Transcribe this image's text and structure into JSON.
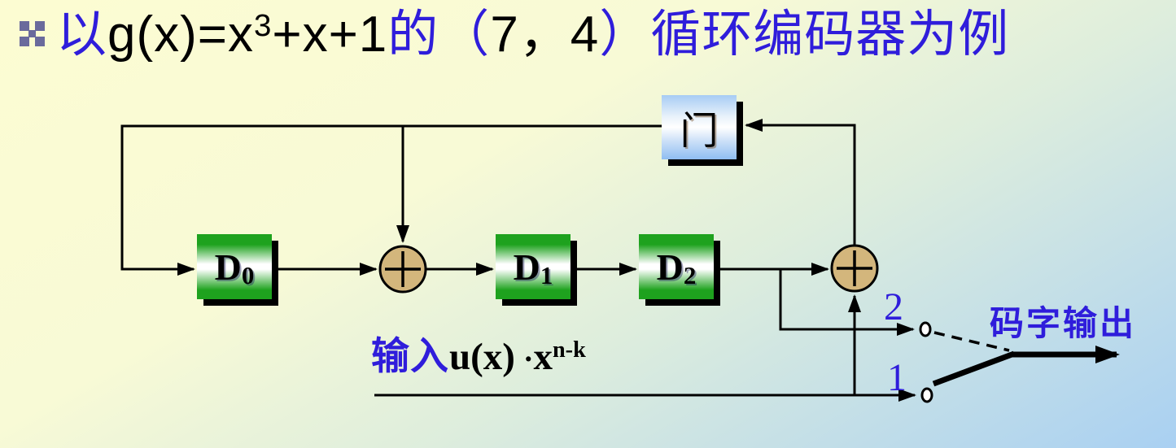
{
  "slide": {
    "title": {
      "segments": [
        {
          "text": "以",
          "color": "#2f1ddb"
        },
        {
          "text": "g(x)=x",
          "color": "#000000"
        },
        {
          "text": "3",
          "color": "#000000"
        },
        {
          "text": "+x+1",
          "color": "#000000"
        },
        {
          "text": "的",
          "color": "#2f1ddb"
        },
        {
          "text": "（",
          "color": "#2f1ddb"
        },
        {
          "text": "7，4",
          "color": "#000000"
        },
        {
          "text": "）",
          "color": "#2f1ddb"
        },
        {
          "text": "循环编码器为例",
          "color": "#2f1ddb"
        }
      ]
    },
    "diagram": {
      "gate_label": "门",
      "registers": [
        {
          "base": "D",
          "sub": "0"
        },
        {
          "base": "D",
          "sub": "1"
        },
        {
          "base": "D",
          "sub": "2"
        }
      ],
      "input_label": {
        "prefix": "输入",
        "func": "u(x)",
        "dot": "·",
        "base": "x",
        "exponent": "n-k"
      },
      "output_label": "码字输出",
      "switch_labels": {
        "upper": "2",
        "lower": "1"
      }
    },
    "icons": {
      "bullet": "grid-squares-bullet",
      "adder": "circled-plus"
    },
    "colors": {
      "title_blue": "#2f1ddb",
      "register_green": "#1ea21e",
      "gate_blue": "#9dc6f3",
      "adder_tan": "#d3b67c",
      "bullet_slate": "#6a6a9c",
      "wire_black": "#000000",
      "bg_yellow": "#fcfcd2",
      "bg_blue": "#a9d0f2"
    }
  }
}
